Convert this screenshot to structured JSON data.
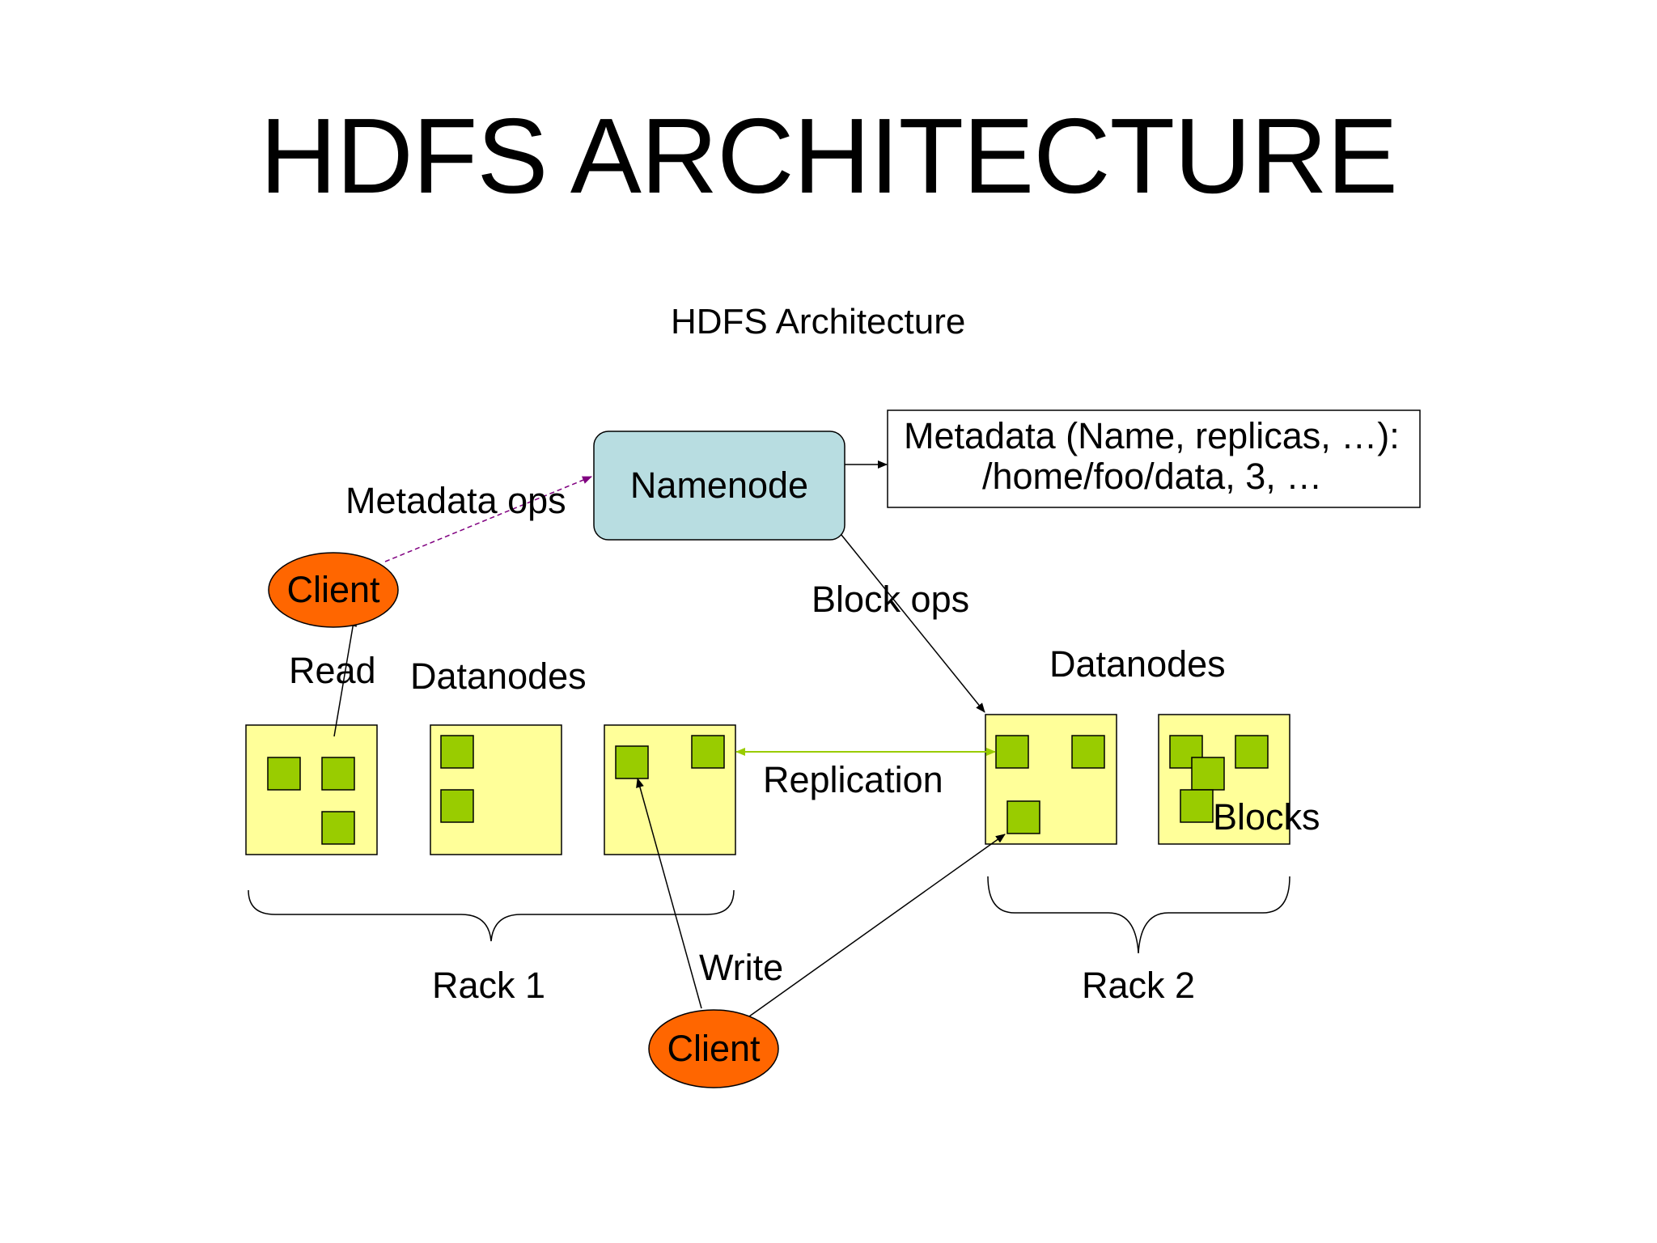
{
  "slide_title": "HDFS ARCHITECTURE",
  "diagram": {
    "title": "HDFS Architecture",
    "namenode": "Namenode",
    "metadata_box": {
      "line1": "Metadata (Name, replicas, …):",
      "line2": "/home/foo/data, 3, …"
    },
    "labels": {
      "metadata_ops": "Metadata ops",
      "block_ops": "Block ops",
      "read": "Read",
      "write": "Write",
      "replication": "Replication",
      "datanodes_left": "Datanodes",
      "datanodes_right": "Datanodes",
      "blocks": "Blocks",
      "rack1": "Rack 1",
      "rack2": "Rack 2"
    },
    "clients": [
      "Client",
      "Client"
    ]
  },
  "colors": {
    "namenode_fill": "#b8dde1",
    "datanode_fill": "#ffff99",
    "block_fill": "#99cc00",
    "client_fill": "#ff6600",
    "replication_arrow": "#99cc00",
    "metadata_ops_arrow": "#800080"
  }
}
